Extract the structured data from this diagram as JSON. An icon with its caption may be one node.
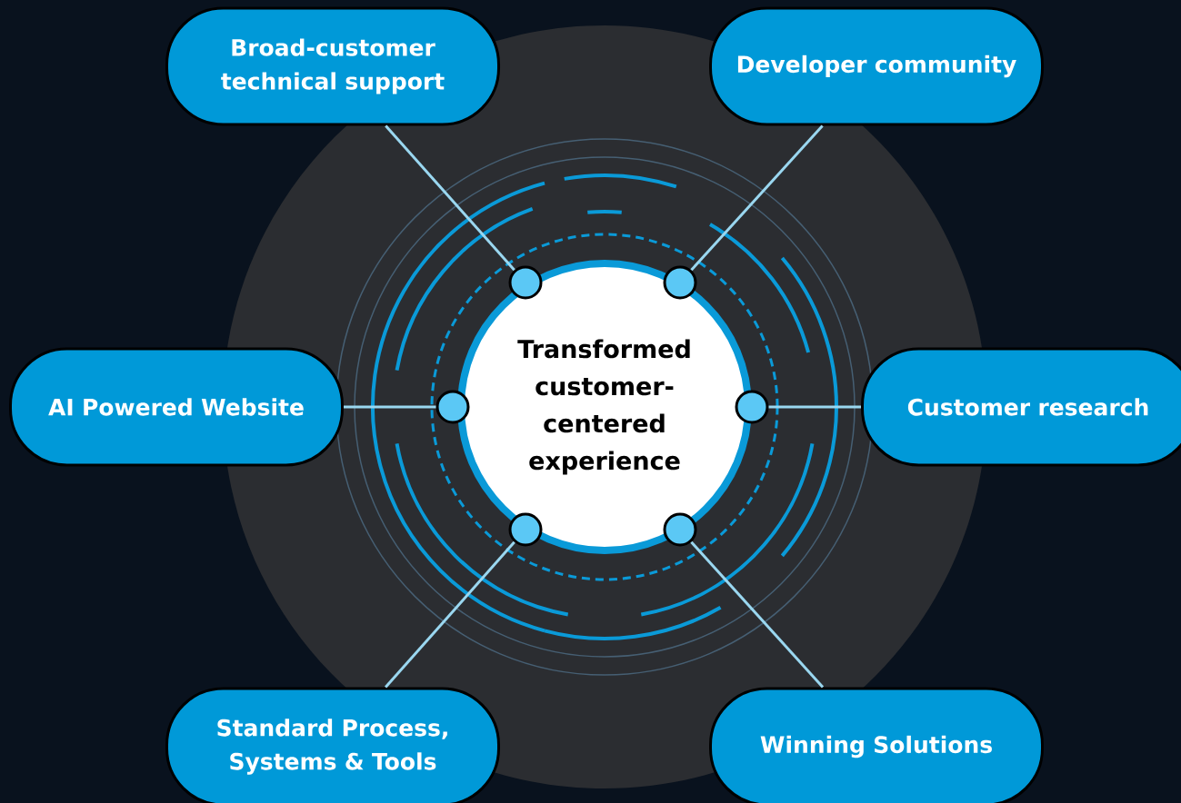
{
  "diagram": {
    "nodes": [
      {
        "text": [
          "Broad-customer technical support"
        ]
      },
      {
        "text": [
          "Developer community"
        ]
      },
      {
        "text": [
          "AI Powered Website"
        ]
      },
      {
        "text": [
          "Transformed customer-centered experience"
        ]
      },
      {
        "text": [
          "Customer research"
        ]
      },
      {
        "text": [
          "Standard Process, Systems & Tools"
        ]
      },
      {
        "text": [
          "Winning Solutions"
        ]
      },
      {
        "text": [],
        "shape": "circle"
      },
      {
        "text": [],
        "shape": "circle"
      },
      {
        "text": [],
        "shape": "circle"
      },
      {
        "text": [],
        "shape": "circle"
      },
      {
        "text": [],
        "shape": "circle"
      },
      {
        "text": [],
        "shape": "circle"
      }
    ],
    "edges": [
      {
        "from": 0,
        "to": 7,
        "arrow": "none"
      },
      {
        "from": 1,
        "to": 8,
        "arrow": "none"
      },
      {
        "from": 2,
        "to": 9,
        "arrow": "none"
      },
      {
        "from": 4,
        "to": 10,
        "arrow": "none"
      },
      {
        "from": 5,
        "to": 11,
        "arrow": "none"
      },
      {
        "from": 6,
        "to": 12,
        "arrow": "none"
      }
    ]
  }
}
